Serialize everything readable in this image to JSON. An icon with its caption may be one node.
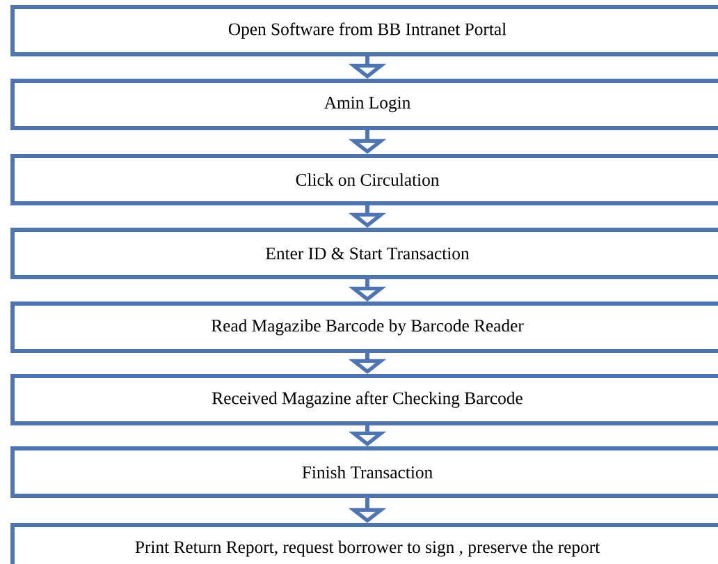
{
  "diagram": {
    "nodes": [
      {
        "text": [
          "Open Software from BB Intranet Portal"
        ]
      },
      {
        "text": [
          "Amin Login"
        ]
      },
      {
        "text": [
          "Click on Circulation"
        ]
      },
      {
        "text": [
          "Enter ID & Start Transaction"
        ]
      },
      {
        "text": [
          "Read Magazibe Barcode by Barcode Reader"
        ]
      },
      {
        "text": [
          "Received Magazine after Checking Barcode"
        ]
      },
      {
        "text": [
          "Finish Transaction"
        ]
      },
      {
        "text": [
          "Print Return Report, request borrower to sign , preserve the report"
        ]
      }
    ],
    "edges": [
      {
        "from": 0,
        "to": 1,
        "arrow": "to"
      },
      {
        "from": 1,
        "to": 2,
        "arrow": "to"
      },
      {
        "from": 2,
        "to": 3,
        "arrow": "to"
      },
      {
        "from": 3,
        "to": 4,
        "arrow": "to"
      },
      {
        "from": 4,
        "to": 5,
        "arrow": "to"
      },
      {
        "from": 5,
        "to": 6,
        "arrow": "to"
      },
      {
        "from": 6,
        "to": 7,
        "arrow": "to"
      }
    ]
  }
}
